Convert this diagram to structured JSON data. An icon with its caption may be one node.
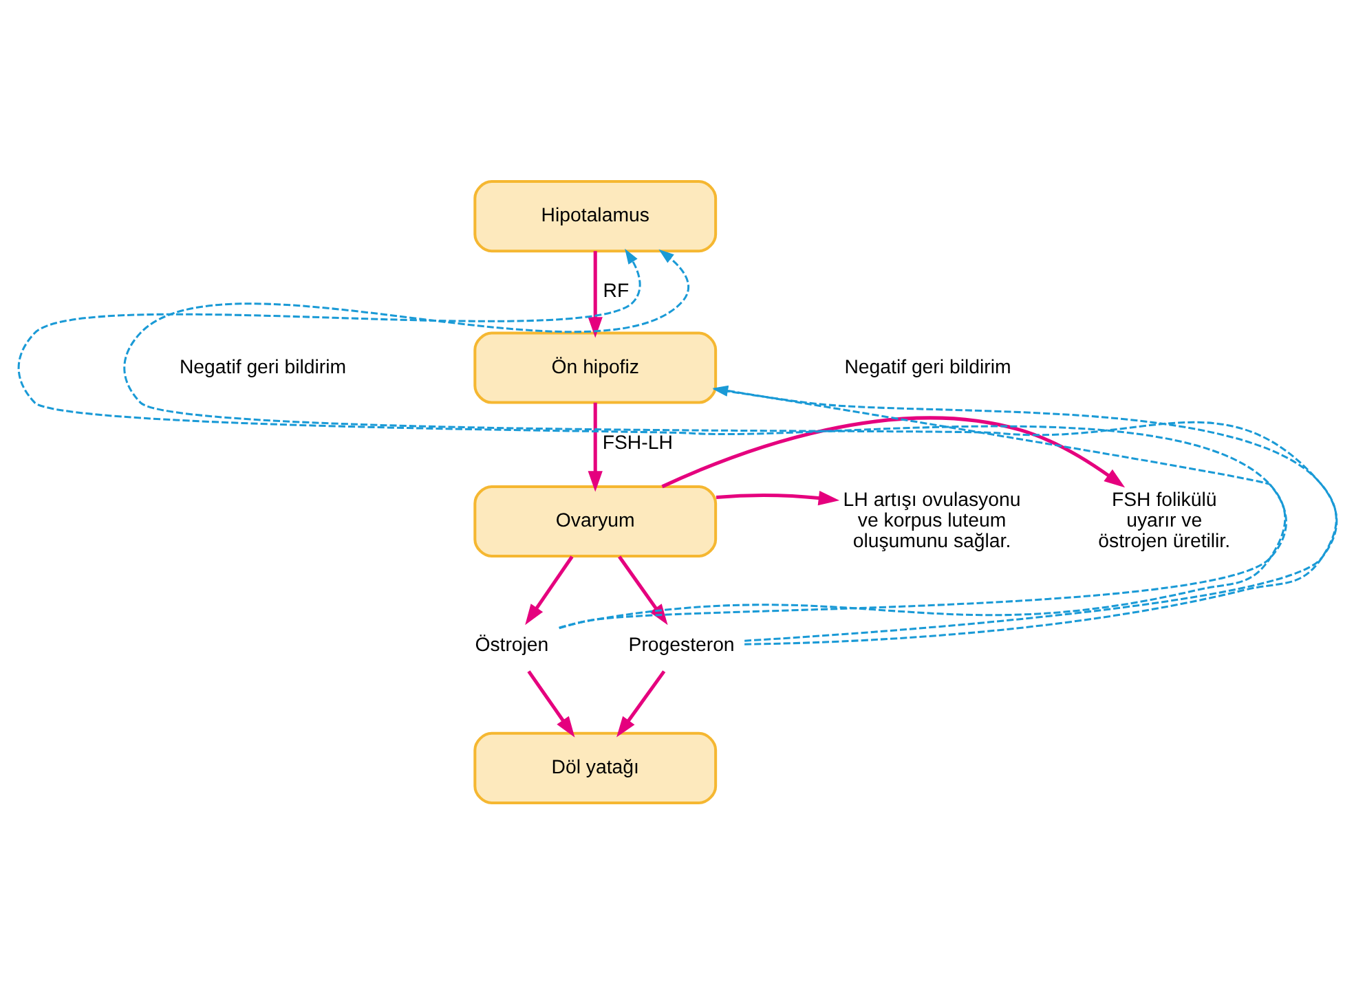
{
  "diagram": {
    "nodes": [
      {
        "text": [
          "Hipotalamus"
        ]
      },
      {
        "text": [
          "Ön hipofiz"
        ]
      },
      {
        "text": [
          "Ovaryum"
        ]
      },
      {
        "text": [
          "FSH folikülü uyarır ve östrojen üretilir."
        ]
      },
      {
        "text": [
          "LH artışı ovulasyonu ve korpus luteum oluşumunu sağlar."
        ]
      },
      {
        "text": [
          "Östrojen"
        ]
      },
      {
        "text": [
          "Progesteron"
        ]
      },
      {
        "text": [
          "Döl yatağı"
        ]
      }
    ],
    "edges": [
      {
        "from": 0,
        "to": 1,
        "arrow": "to",
        "label": "RF"
      },
      {
        "from": 1,
        "to": 2,
        "arrow": "to",
        "label": "FSH-LH"
      },
      {
        "from": 2,
        "to": 3,
        "arrow": "to"
      },
      {
        "from": 2,
        "to": 4,
        "arrow": "to"
      },
      {
        "from": 2,
        "to": 5,
        "arrow": "to"
      },
      {
        "from": 2,
        "to": 6,
        "arrow": "to"
      },
      {
        "from": 5,
        "to": 7,
        "arrow": "to"
      },
      {
        "from": 6,
        "to": 7,
        "arrow": "to"
      },
      {
        "from": 5,
        "to": 0,
        "arrow": "to",
        "style": "dashed",
        "color": "#1a9ad6"
      },
      {
        "from": 5,
        "to": 1,
        "arrow": "to",
        "style": "dashed",
        "color": "#1a9ad6"
      },
      {
        "from": 6,
        "to": 0,
        "arrow": "to",
        "style": "dashed",
        "color": "#1a9ad6"
      },
      {
        "from": 6,
        "to": 1,
        "arrow": "to",
        "style": "dashed",
        "color": "#1a9ad6"
      }
    ],
    "labels": [
      "Negatif geri bildirim",
      "Negatif geri bildirim"
    ]
  }
}
